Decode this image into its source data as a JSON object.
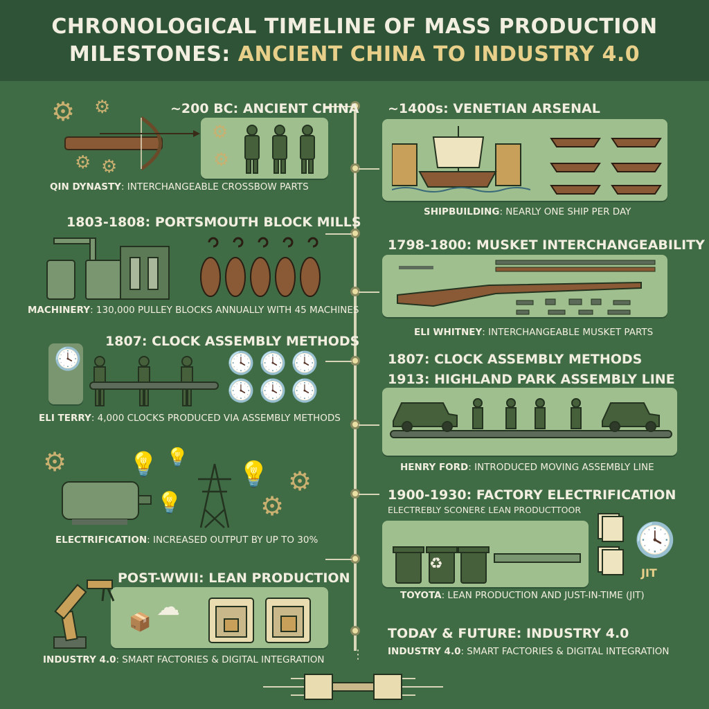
{
  "title": {
    "line1": "CHRONOLOGICAL TIMELINE OF MASS PRODUCTION",
    "line2_plain": "MILESTONES: ",
    "line2_highlight": "ANCIENT CHINA TO INDUSTRY 4.0"
  },
  "left": [
    {
      "title": "~200 BC: ANCIENT CHINA",
      "cap_bold": "QIN DYNASTY",
      "cap_text": ": INTERCHANGEABLE CROSSBOW PARTS"
    },
    {
      "title": "1803-1808: PORTSMOUTH BLOCK MILLS",
      "cap_bold": "MACHINERY",
      "cap_text": ": 130,000 PULLEY BLOCKS ANNUALLY WITH 45 MACHINES"
    },
    {
      "title": "1807: CLOCK ASSEMBLY METHODS",
      "cap_bold": "ELI TERRY",
      "cap_text": ": 4,000 CLOCKS PRODUCED VIA ASSEMBLY METHODS"
    },
    {
      "title": "",
      "cap_bold": "ELECTRIFICATION",
      "cap_text": ": INCREASED OUTPUT BY UP TO 30%"
    },
    {
      "title": "POST-WWII: LEAN PRODUCTION",
      "cap_bold": "INDUSTRY 4.0",
      "cap_text": ": SMART FACTORIES & DIGITAL INTEGRATION"
    }
  ],
  "right": [
    {
      "title": "~1400s: VENETIAN ARSENAL",
      "cap_bold": "SHIPBUILDING",
      "cap_text": ": NEARLY ONE SHIP PER DAY"
    },
    {
      "title": "1798-1800: MUSKET INTERCHANGEABILITY",
      "cap_bold": "ELI WHITNEY",
      "cap_text": ": INTERCHANGEABLE MUSKET PARTS"
    },
    {
      "title": "1807: CLOCK ASSEMBLY METHODS",
      "title2": "1913: HIGHLAND PARK ASSEMBLY LINE",
      "cap_bold": "HENRY FORD",
      "cap_text": ": INTRODUCED MOVING ASSEMBLY LINE"
    },
    {
      "title": "1900-1930: FACTORY ELECTRIFICATION",
      "subtitle": "ELECTREBLY SCONERƐ LEAN PRODUCTTOOR",
      "cap_bold": "TOYOTA",
      "cap_text": ": LEAN PRODUCTION AND JUST-IN-TIME (JIT)",
      "badge": "JIT"
    },
    {
      "title": "TODAY & FUTURE: INDUSTRY 4.0",
      "cap_bold": "INDUSTRY 4.0",
      "cap_text": ": SMART FACTORIES & DIGITAL INTEGRATION"
    }
  ],
  "icons": {
    "gear": "⚙",
    "bulb": "💡",
    "clock": "🕓",
    "recycle": "♻",
    "cloud": "☁",
    "ship": "⛵",
    "car": "🚗",
    "worker": "👷",
    "robot-arm": "🦾",
    "box": "📦",
    "tower": "⚡"
  },
  "colors": {
    "background": "#3f6b45",
    "header": "#2f5336",
    "panel": "#9fbf8e",
    "accent": "#e8d08a",
    "text": "#f3efe0"
  }
}
